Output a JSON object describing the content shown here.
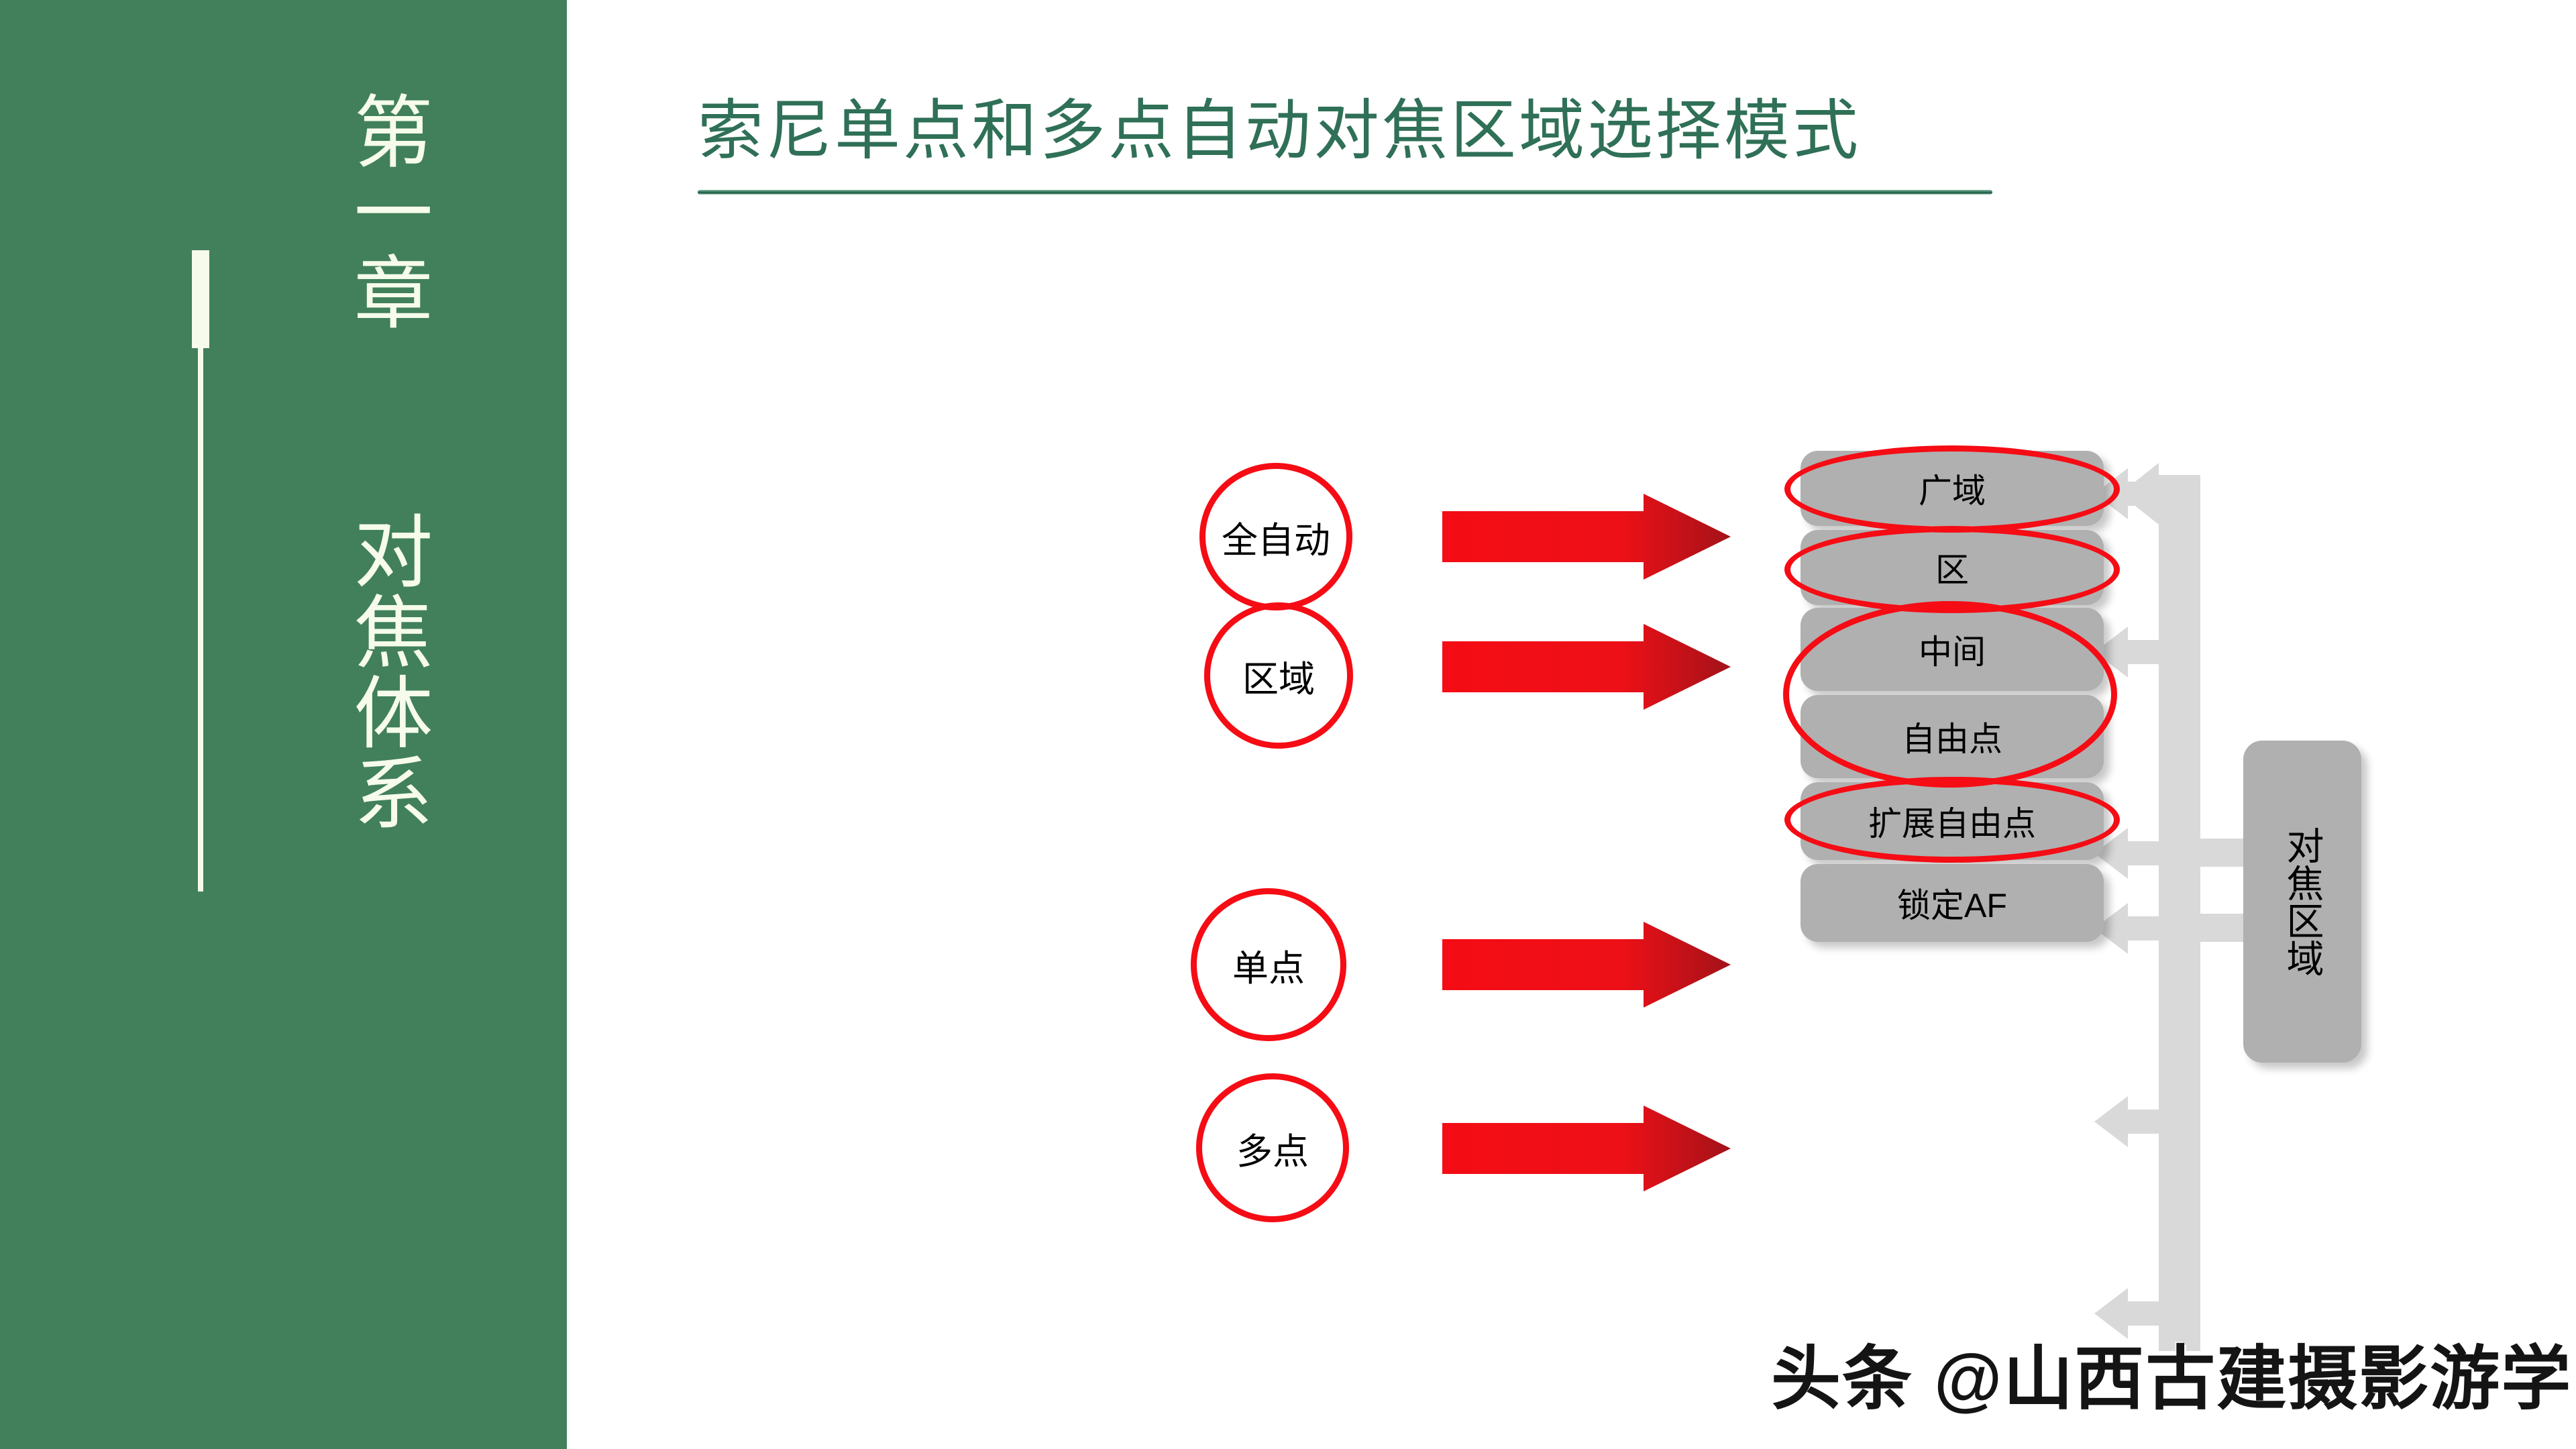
{
  "slide": {
    "background_color": "#ffffff",
    "title": "索尼单点和多点自动对焦区域选择模式",
    "title_color": "#2f7057"
  },
  "sidebar": {
    "background_color": "#41805a",
    "text_color": "#f6fbeb",
    "chapter_text": "第一章  对焦体系"
  },
  "diagram": {
    "modes": [
      {
        "label": "全自动"
      },
      {
        "label": "区域"
      },
      {
        "label": "单点"
      },
      {
        "label": "多点"
      }
    ],
    "arrow_color_start": "#f50c14",
    "arrow_color_end": "#a31219",
    "areas": [
      {
        "label": "广域",
        "highlighted": true
      },
      {
        "label": "区",
        "highlighted": true
      },
      {
        "label": "中间",
        "highlighted": true
      },
      {
        "label": "自由点",
        "highlighted": true
      },
      {
        "label": "扩展自由点",
        "highlighted": true
      },
      {
        "label": "锁定AF",
        "highlighted": false
      }
    ],
    "area_box_color": "#b0b0b0",
    "highlight_color": "#f50c14",
    "bracket_color": "#d9d9d9",
    "group_label": "对焦区域"
  },
  "watermark": {
    "text": "头条 @山西古建摄影游学"
  }
}
